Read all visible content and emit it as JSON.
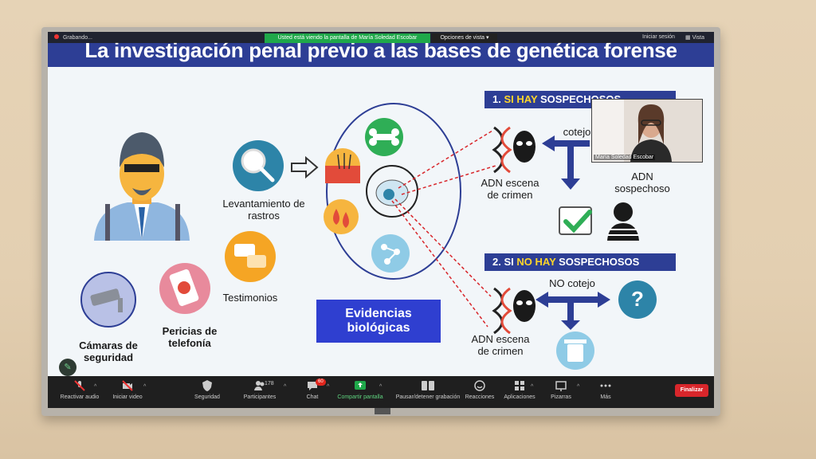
{
  "zoom_top": {
    "recording": "Grabando...",
    "share_banner": "Usted está viendo la pantalla de María Soledad Escobar",
    "view_options": "Opciones de vista",
    "start_session": "Iniciar sesión",
    "view": "Vista"
  },
  "slide": {
    "title": "La investigación penal previo a las bases de genética forense",
    "left": {
      "camaras": "Cámaras de seguridad",
      "pericias": "Pericias de telefonía",
      "levantamiento": "Levantamiento de rastros",
      "testimonios": "Testimonios"
    },
    "evidencias": "Evidencias biológicas",
    "case1": {
      "prefix": "1.",
      "highlight": "SI HAY",
      "rest": "SOSPECHOSOS",
      "cotejo": "cotejo",
      "adn_escena": "ADN escena de crimen",
      "adn_sospechoso": "ADN sospechoso"
    },
    "case2": {
      "prefix": "2. SI",
      "highlight": "NO HAY",
      "rest": "SOSPECHOSOS",
      "no_cotejo": "NO cotejo",
      "adn_escena": "ADN escena de crimen",
      "question": "?"
    }
  },
  "webcam": {
    "name": "María Soledad Escobar"
  },
  "toolbar": {
    "audio": "Reactivar audio",
    "video": "Iniciar video",
    "security": "Seguridad",
    "participants": "Participantes",
    "participants_count": "178",
    "chat": "Chat",
    "chat_badge": "60",
    "share": "Compartir pantalla",
    "pause": "Pausar/detener grabación",
    "reactions": "Reacciones",
    "apps": "Aplicaciones",
    "whiteboards": "Pizarras",
    "more": "Más",
    "end": "Finalizar"
  },
  "colors": {
    "title_bar": "#2d3e95",
    "evidence_box": "#2f3fd0",
    "share_green": "#1fa84a",
    "end_red": "#d8262b",
    "accent_yellow": "#ffd62a"
  }
}
